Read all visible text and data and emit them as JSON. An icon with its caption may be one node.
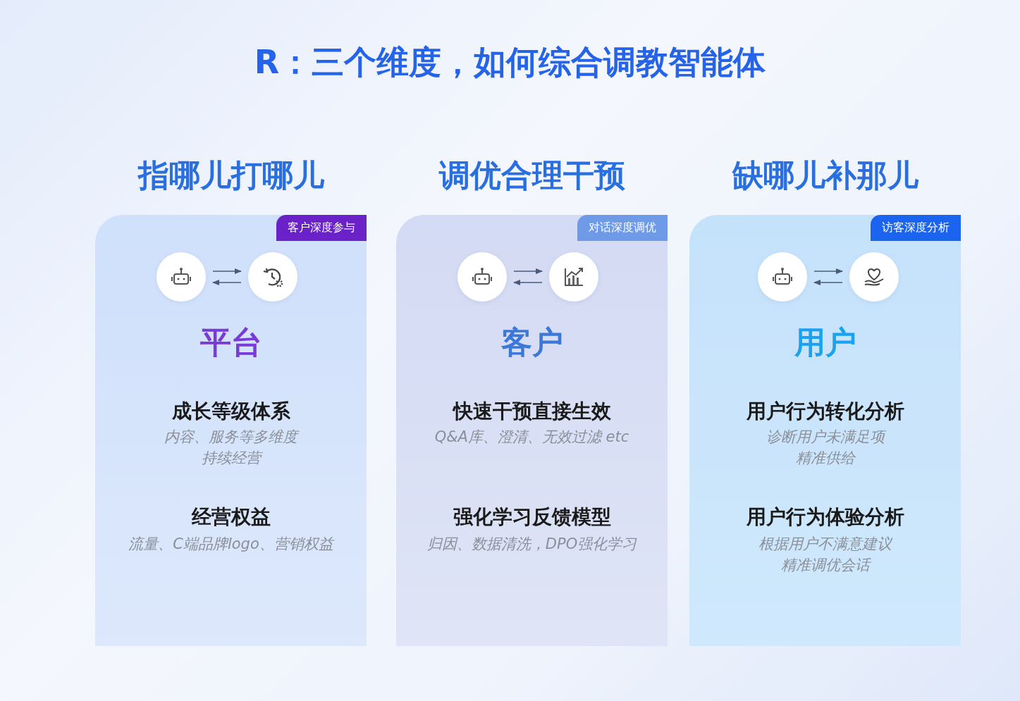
{
  "diagram": {
    "title": "R：三个维度，如何综合调教智能体",
    "nodes": [
      {
        "text": [
          "指哪儿打哪儿",
          "客户深度参与",
          "平台",
          "成长等级体系",
          "内容、服务等多维度持续经营",
          "经营权益",
          "流量、C端品牌logo、营销权益"
        ]
      },
      {
        "text": [],
        "shape": "picture",
        "in": 0
      },
      {
        "text": [],
        "shape": "picture",
        "in": 0
      },
      {
        "text": [
          "调优合理干预",
          "对话深度调优",
          "客户",
          "快速干预直接生效",
          "Q&A库、澄清、无效过滤 etc",
          "强化学习反馈模型",
          "归因、数据清洗，DPO强化学习"
        ]
      },
      {
        "text": [],
        "shape": "picture",
        "in": 3
      },
      {
        "text": [],
        "shape": "picture",
        "in": 3
      },
      {
        "text": [
          "缺哪儿补那儿",
          "访客深度分析",
          "用户",
          "用户行为转化分析",
          "诊断用户未满足项精准供给",
          "用户行为体验分析",
          "根据用户不满意建议精准调优会话"
        ]
      },
      {
        "text": [],
        "shape": "picture",
        "in": 6
      },
      {
        "text": [],
        "shape": "picture",
        "in": 6
      }
    ],
    "edges": [
      {
        "from": 1,
        "to": 2,
        "arrow": "to"
      },
      {
        "from": 2,
        "to": 1,
        "arrow": "to"
      },
      {
        "from": 4,
        "to": 5,
        "arrow": "to"
      },
      {
        "from": 5,
        "to": 4,
        "arrow": "to"
      },
      {
        "from": 7,
        "to": 8,
        "arrow": "to"
      },
      {
        "from": 8,
        "to": 7,
        "arrow": "to"
      }
    ]
  }
}
